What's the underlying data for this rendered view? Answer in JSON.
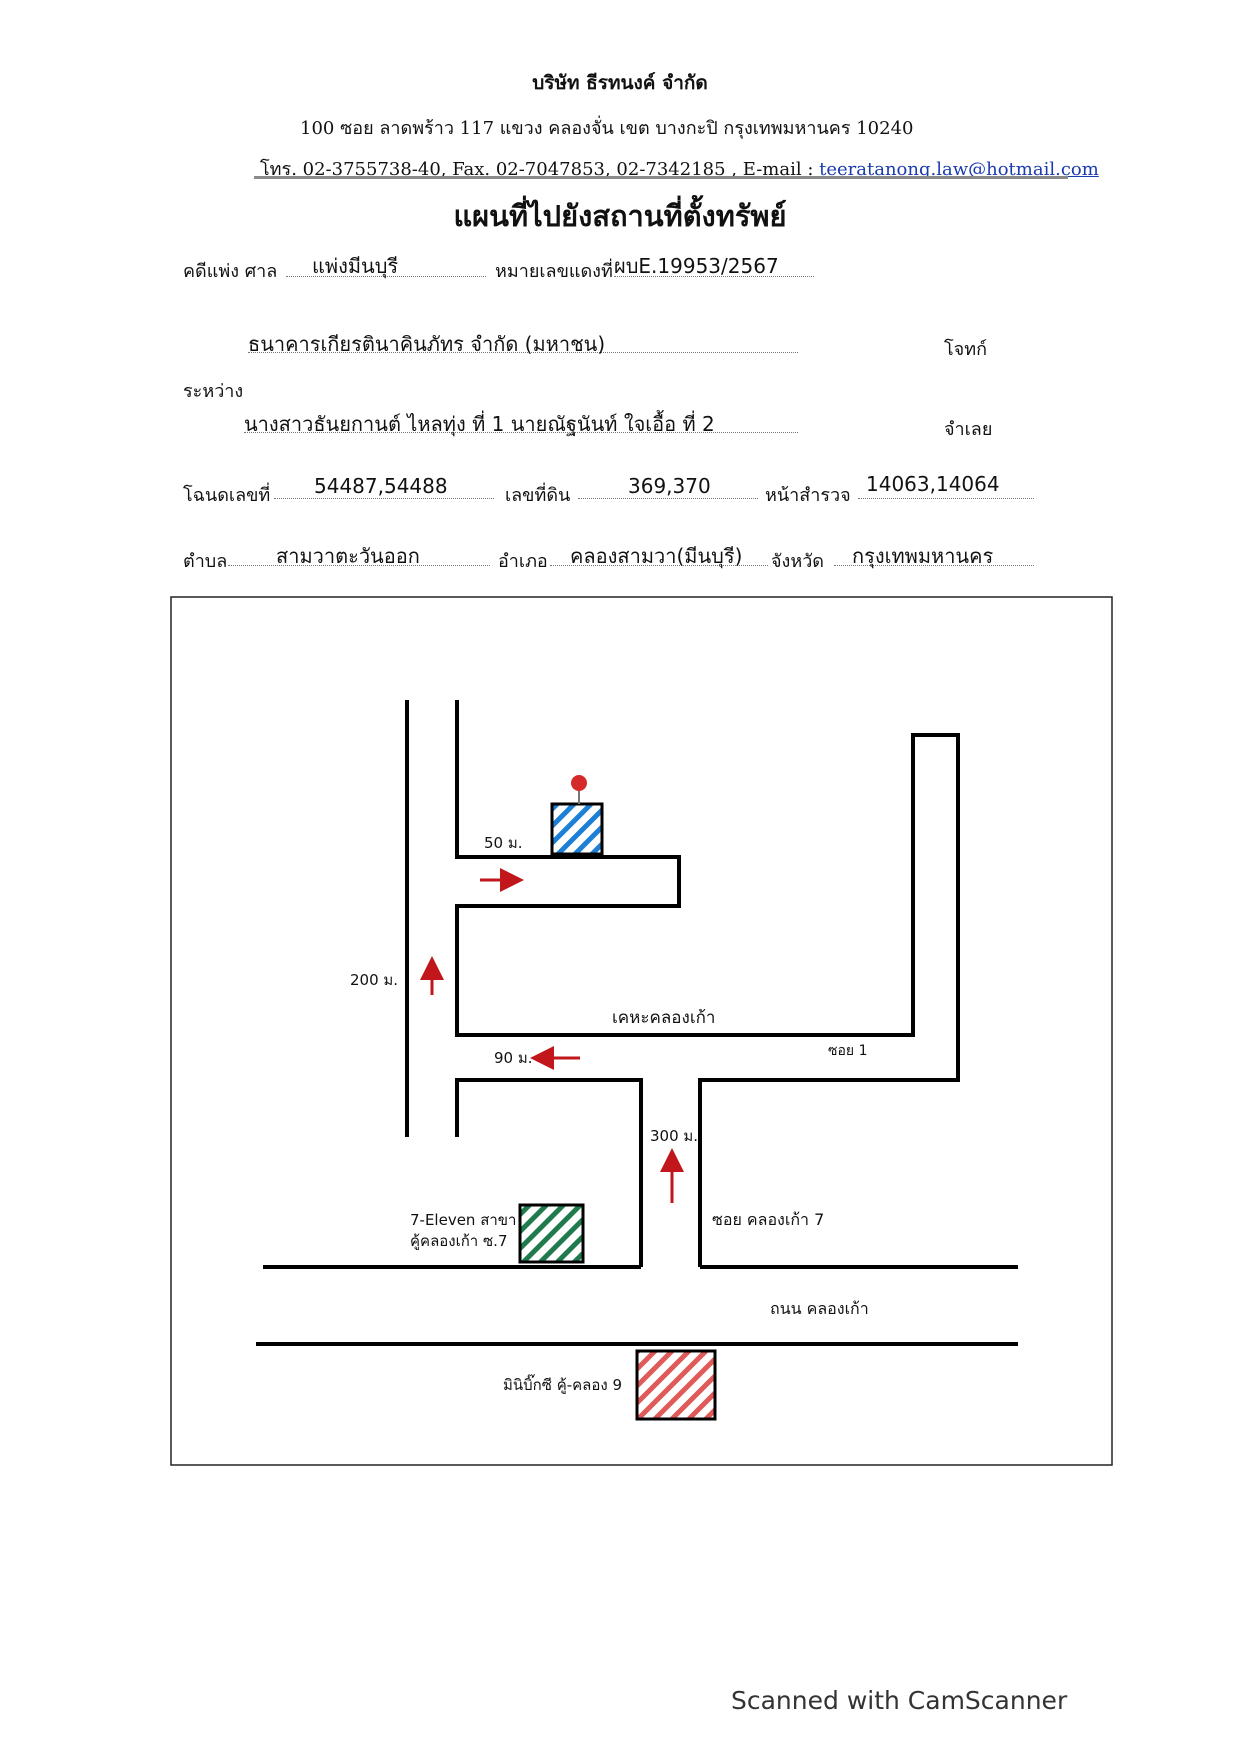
{
  "header": {
    "company": "บริษัท ธีรทนงค์ จำกัด",
    "address": "100 ซอย ลาดพร้าว 117 แขวง คลองจั่น เขต บางกะปิ กรุงเทพมหานคร 10240",
    "phone_fax": "โทร. 02-3755738-40, Fax. 02-7047853, 02-7342185 , E-mail :",
    "email": "teeratanong.law@hotmail.com"
  },
  "title": "แผนที่ไปยังสถานที่ตั้งทรัพย์",
  "case": {
    "court_label": "คดีแพ่ง ศาล",
    "court": "แพ่งมีนบุรี",
    "red_number_label": "หมายเลขแดงที่",
    "red_number": "ผบE.19953/2567"
  },
  "parties": {
    "plaintiff": "ธนาคารเกียรตินาคินภัทร จำกัด (มหาชน)",
    "plaintiff_label": "โจทก์",
    "between_label": "ระหว่าง",
    "defendant": "นางสาวธันยกานต์ ไหลทุ่ง ที่ 1 นายณัฐนันท์ ใจเอื้อ ที่ 2",
    "defendant_label": "จำเลย"
  },
  "land": {
    "deed_label": "โฉนดเลขที่",
    "deed": "54487,54488",
    "lot_label": "เลขที่ดิน",
    "lot": "369,370",
    "survey_label": "หน้าสำรวจ",
    "survey": "14063,14064"
  },
  "location": {
    "subdistrict_label": "ตำบล",
    "subdistrict": "สามวาตะวันออก",
    "district_label": "อำเภอ",
    "district": "คลองสามวา(มีนบุรี)",
    "province_label": "จังหวัด",
    "province": "กรุงเทพมหานคร"
  },
  "map": {
    "labels": {
      "d50": "50 ม.",
      "d200": "200 ม.",
      "d90": "90 ม.",
      "d300": "300 ม.",
      "kheha": "เคหะคลองเก้า",
      "soi1": "ซอย 1",
      "soi7": "ซอย คลองเก้า 7",
      "road": "ถนน คลองเก้า",
      "seven_line1": "7-Eleven สาขา",
      "seven_line2": "คู้คลองเก้า ซ.7",
      "minibigc": "มินิบิ๊กซี คู้-คลอง 9"
    },
    "colors": {
      "property": "#1e7fd6",
      "seven_eleven": "#1f7a4d",
      "mini_big_c": "#e05a5a",
      "arrow": "#c0161c",
      "pin": "#d42a2a"
    },
    "icons": [
      "location-pin-icon",
      "property-hatch-icon",
      "seven-eleven-hatch-icon",
      "mini-big-c-hatch-icon",
      "direction-arrow-icon"
    ]
  },
  "footer": {
    "watermark": "Scanned with CamScanner"
  }
}
